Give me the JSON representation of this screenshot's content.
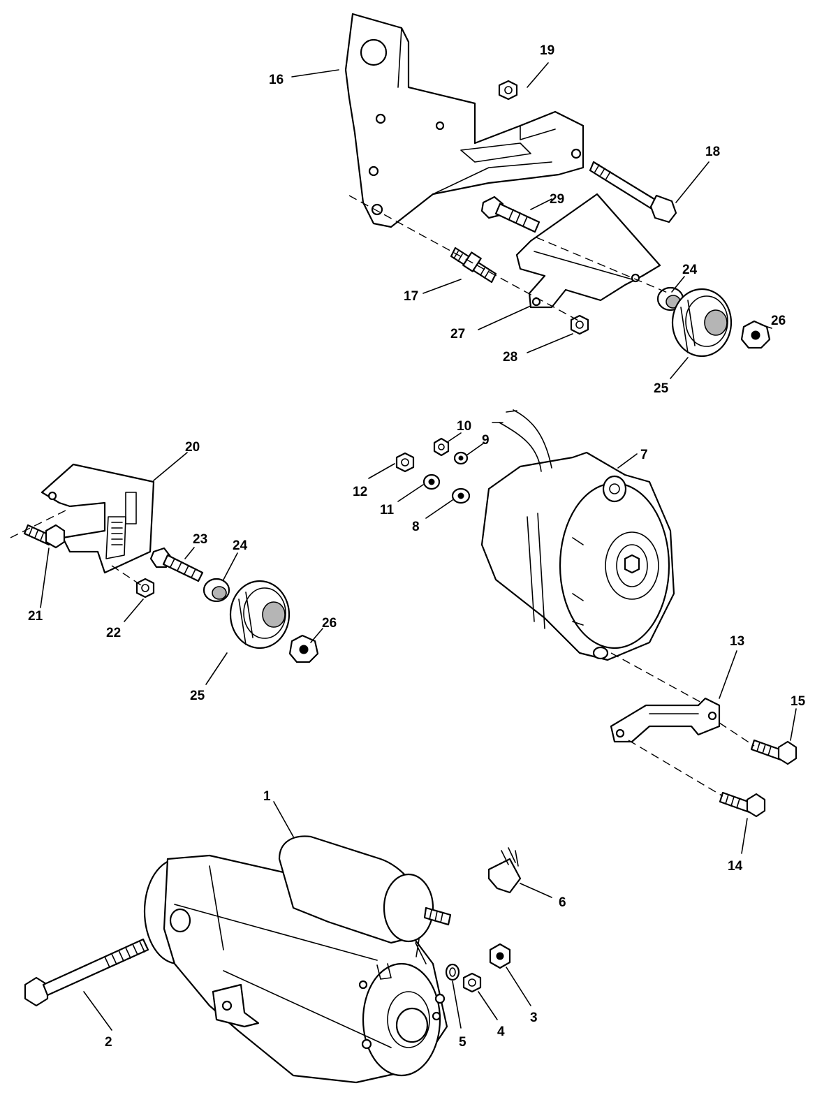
{
  "callouts": {
    "c1": "1",
    "c2": "2",
    "c3": "3",
    "c4": "4",
    "c5": "5",
    "c6": "6",
    "c7": "7",
    "c8": "8",
    "c9": "9",
    "c10": "10",
    "c11": "11",
    "c12": "12",
    "c13": "13",
    "c14": "14",
    "c15": "15",
    "c16": "16",
    "c17": "17",
    "c18": "18",
    "c19": "19",
    "c20": "20",
    "c21": "21",
    "c22": "22",
    "c23": "23",
    "c24a": "24",
    "c24b": "24",
    "c25a": "25",
    "c25b": "25",
    "c26a": "26",
    "c26b": "26",
    "c27": "27",
    "c28": "28",
    "c29": "29"
  }
}
